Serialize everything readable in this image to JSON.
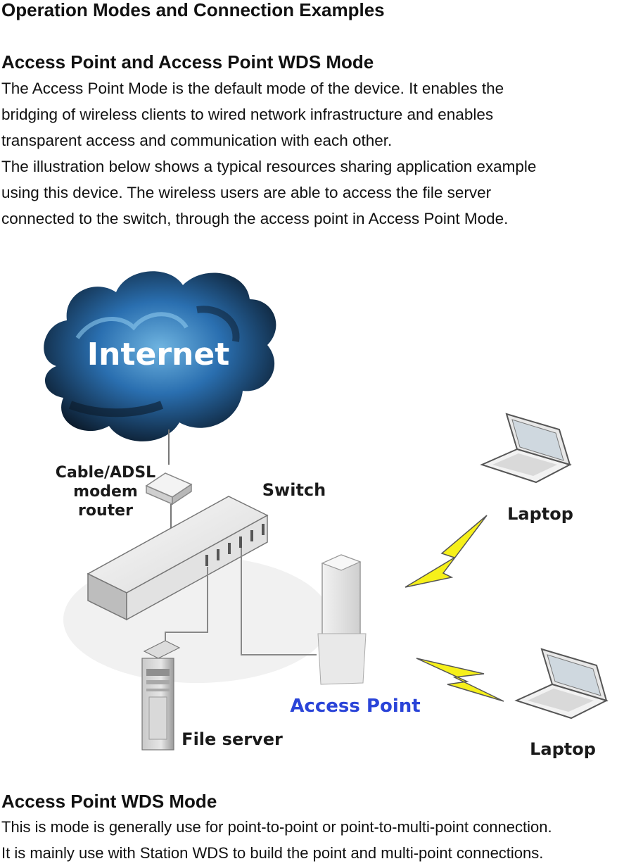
{
  "doc": {
    "title": "Operation Modes and Connection Examples",
    "section1": {
      "heading": "Access Point and Access Point WDS Mode",
      "lines": [
        "The Access Point Mode is the default mode of the device. It enables the",
        "bridging of wireless clients to wired network infrastructure and enables",
        "transparent access and communication with each other.",
        "The illustration below shows a typical resources sharing application example",
        "using this device. The wireless users are able to access the file server",
        "connected to the switch, through the access point in Access Point Mode."
      ]
    },
    "diagram": {
      "cloud_label": "Internet",
      "router_label_lines": [
        "Cable/ADSL",
        "modem",
        "router"
      ],
      "switch_label": "Switch",
      "ap_label": "Access Point",
      "server_label": "File server",
      "laptop_top_label": "Laptop",
      "laptop_bottom_label": "Laptop",
      "colors": {
        "cloud_dark": "#0b1a2a",
        "cloud_blue": "#2a6fb0",
        "cloud_light": "#6fb4e0",
        "ap_label": "#2a44d8",
        "bolt": "#f6f01a"
      }
    },
    "section2": {
      "heading": "Access Point WDS Mode",
      "lines": [
        "This is mode is generally use for point-to-point or point-to-multi-point connection.",
        "It is mainly use with Station WDS to build the point and multi-point connections."
      ]
    }
  }
}
